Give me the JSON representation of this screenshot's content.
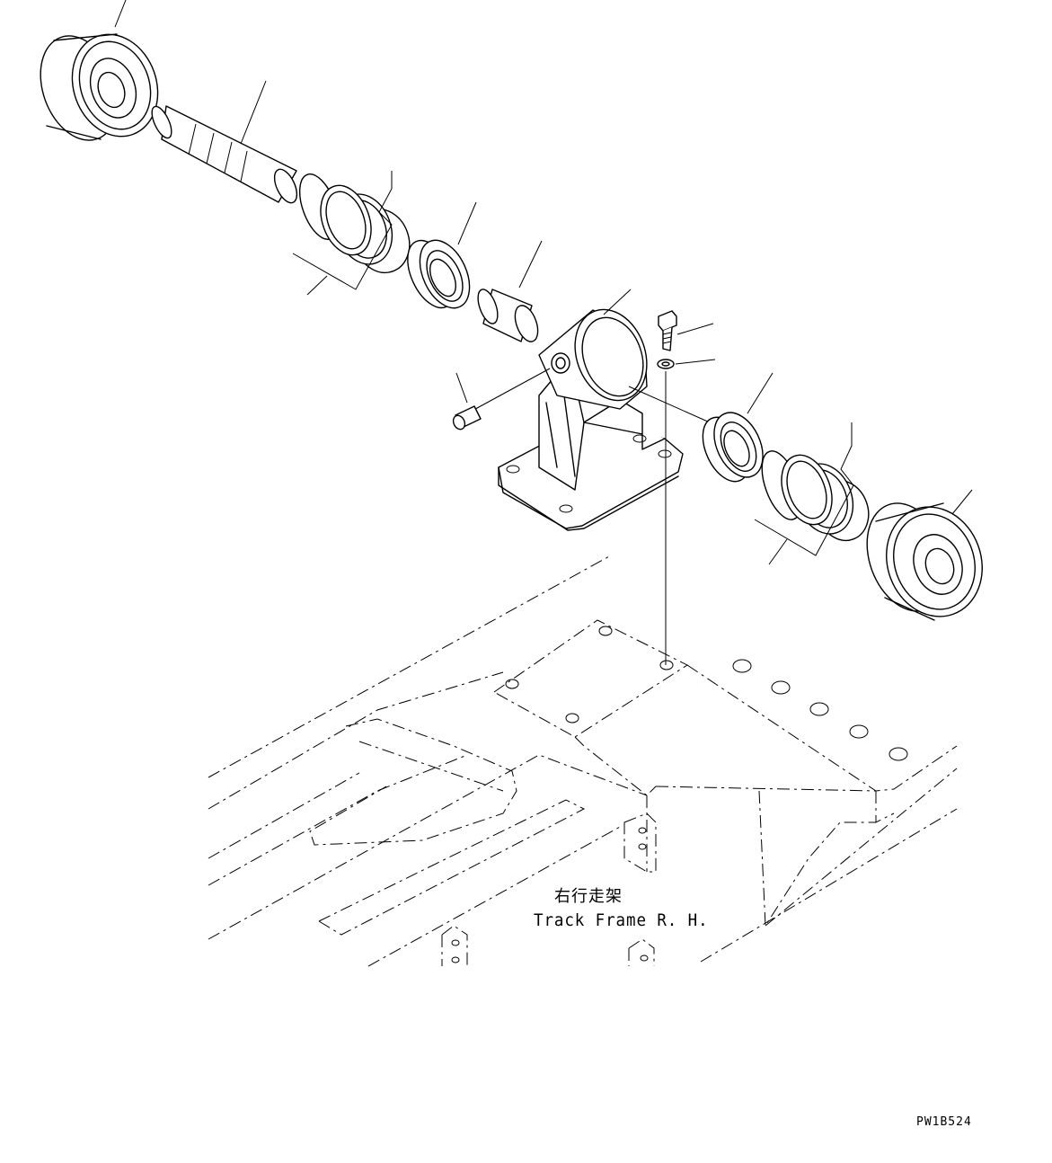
{
  "labels": {
    "frame_cn": "右行走架",
    "frame_en": "Track Frame R. H.",
    "drawing_code": "PW1B524"
  }
}
